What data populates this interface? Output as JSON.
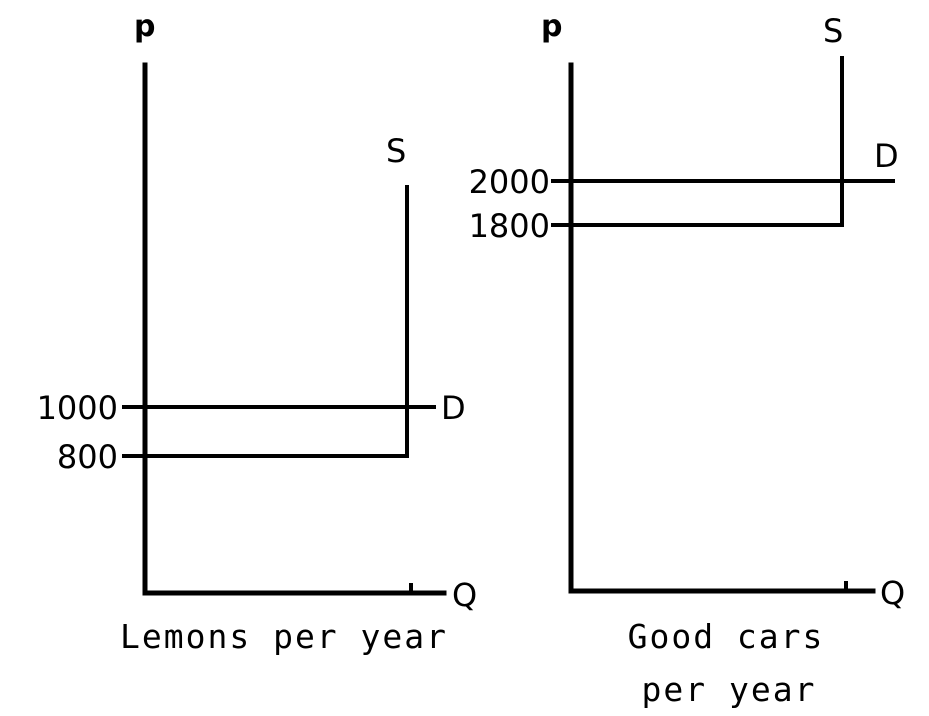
{
  "panels": [
    {
      "y_axis_label": "p",
      "x_axis_label": "Q",
      "supply_label": "S",
      "demand_label": "D",
      "price_high": "1000",
      "price_low": "800",
      "caption_lines": [
        "Lemons per year"
      ]
    },
    {
      "y_axis_label": "p",
      "x_axis_label": "Q",
      "supply_label": "S",
      "demand_label": "D",
      "price_high": "2000",
      "price_low": "1800",
      "caption_lines": [
        "Good cars",
        "per year"
      ]
    }
  ]
}
